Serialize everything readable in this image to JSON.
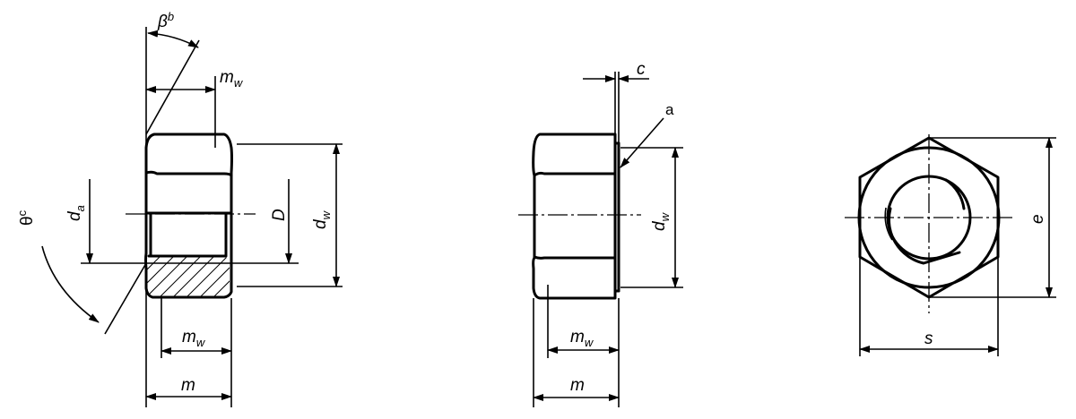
{
  "labels": {
    "beta": "β",
    "beta_note": "b",
    "theta": "θ",
    "theta_note": "c",
    "m": "m",
    "w": "w",
    "d": "d",
    "a_sub": "a",
    "D": "D",
    "c": "c",
    "a_ref": "a",
    "e": "e",
    "s": "s"
  }
}
